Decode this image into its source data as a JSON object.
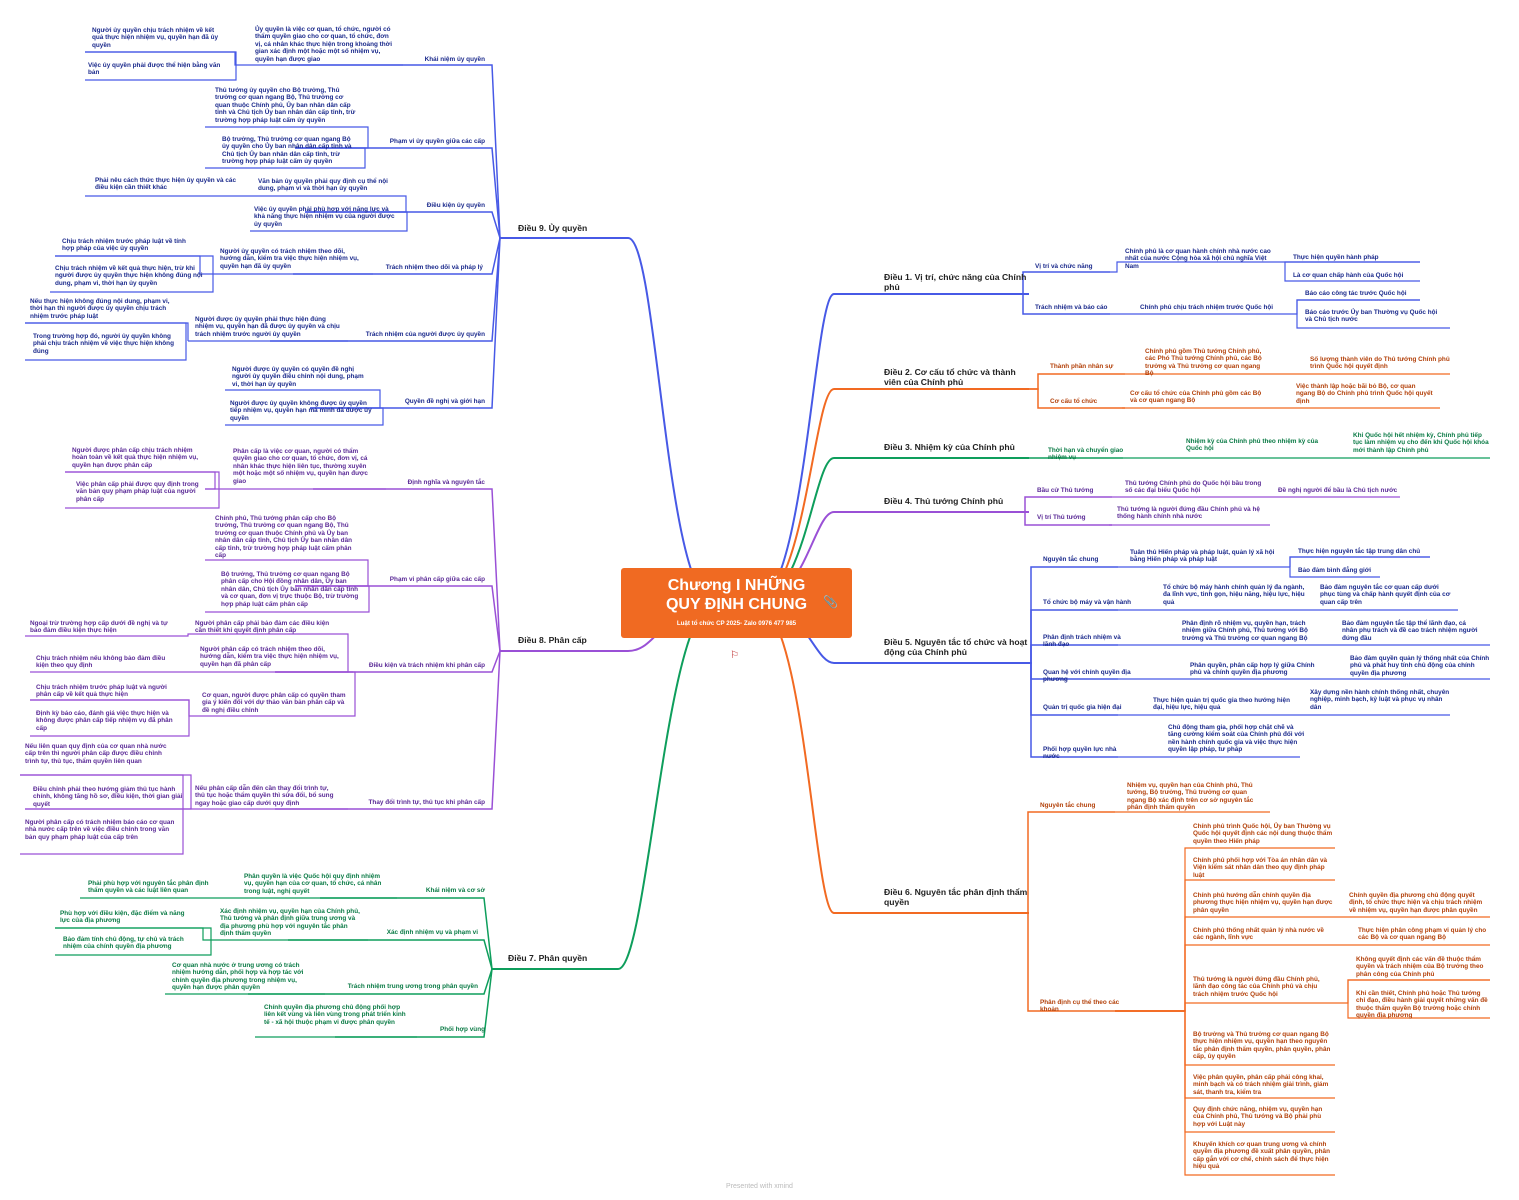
{
  "central": {
    "title_line1": "Chương I NHỮNG",
    "title_line2": "QUY ĐỊNH CHUNG",
    "subtitle": "Luật tổ chức CP 2025- Zalo 0976 477 985",
    "clip_icon": "paperclip-icon"
  },
  "footer": {
    "text": "Presented with xmind"
  },
  "colors": {
    "blue": "#4759e6",
    "orange": "#f26a22",
    "green": "#0e9e5c",
    "purple": "#9a50d6"
  },
  "right_branches": [
    {
      "name": "branch-dieu-1",
      "label": "Điều 1. Vị trí, chức năng của Chính phủ",
      "color": "blue",
      "topics": [
        {
          "label": "Vị trí và chức năng",
          "nodes": [
            "Chính phủ là cơ quan hành chính nhà nước cao nhất của nước Cộng hòa xã hội chủ nghĩa Việt Nam",
            "Thực hiện quyền hành pháp",
            "Là cơ quan chấp hành của Quốc hội"
          ]
        },
        {
          "label": "Trách nhiệm và báo cáo",
          "nodes": [
            "Chính phủ chịu trách nhiệm trước Quốc hội",
            "Báo cáo công tác trước Quốc hội",
            "Báo cáo trước Ủy ban Thường vụ Quốc hội và Chủ tịch nước"
          ]
        }
      ]
    },
    {
      "name": "branch-dieu-2",
      "label": "Điều 2. Cơ cấu tổ chức và thành viên của Chính phủ",
      "color": "orange",
      "topics": [
        {
          "label": "Thành phần nhân sự",
          "nodes": [
            "Chính phủ gồm Thủ tướng Chính phủ, các Phó Thủ tướng Chính phủ, các Bộ trưởng và Thủ trưởng cơ quan ngang Bộ",
            "Số lượng thành viên do Thủ tướng Chính phủ trình Quốc hội quyết định"
          ]
        },
        {
          "label": "Cơ cấu tổ chức",
          "nodes": [
            "Cơ cấu tổ chức của Chính phủ gồm các Bộ và cơ quan ngang Bộ",
            "Việc thành lập hoặc bãi bỏ Bộ, cơ quan ngang Bộ do Chính phủ trình Quốc hội quyết định"
          ]
        }
      ]
    },
    {
      "name": "branch-dieu-3",
      "label": "Điều 3. Nhiệm kỳ của Chính phủ",
      "color": "green",
      "topics": [
        {
          "label": "Thời hạn và chuyển giao nhiệm vụ",
          "nodes": [
            "Nhiệm kỳ của Chính phủ theo nhiệm kỳ của Quốc hội",
            "Khi Quốc hội hết nhiệm kỳ, Chính phủ tiếp tục làm nhiệm vụ cho đến khi Quốc hội khóa mới thành lập Chính phủ"
          ]
        }
      ]
    },
    {
      "name": "branch-dieu-4",
      "label": "Điều 4. Thủ tướng Chính phủ",
      "color": "purple",
      "topics": [
        {
          "label": "Bầu cử Thủ tướng",
          "nodes": [
            "Thủ tướng Chính phủ do Quốc hội bầu trong số các đại biểu Quốc hội",
            "Đề nghị người để bầu là Chủ tịch nước"
          ]
        },
        {
          "label": "Vị trí Thủ tướng",
          "nodes": [
            "Thủ tướng là người đứng đầu Chính phủ và hệ thống hành chính nhà nước"
          ]
        }
      ]
    },
    {
      "name": "branch-dieu-5",
      "label": "Điều 5. Nguyên tắc tổ chức và hoạt động của Chính phủ",
      "color": "blue",
      "topics": [
        {
          "label": "Nguyên tắc chung",
          "nodes": [
            "Tuân thủ Hiến pháp và pháp luật, quản lý xã hội bằng Hiến pháp và pháp luật",
            "Thực hiện nguyên tắc tập trung dân chủ",
            "Bảo đảm bình đẳng giới"
          ]
        },
        {
          "label": "Tổ chức bộ máy và vận hành",
          "nodes": [
            "Tổ chức bộ máy hành chính quản lý đa ngành, đa lĩnh vực, tinh gọn, hiệu năng, hiệu lực, hiệu quả",
            "Bảo đảm nguyên tắc cơ quan cấp dưới phục tùng và chấp hành quyết định của cơ quan cấp trên"
          ]
        },
        {
          "label": "Phân định trách nhiệm và lãnh đạo",
          "nodes": [
            "Phân định rõ nhiệm vụ, quyền hạn, trách nhiệm giữa Chính phủ, Thủ tướng với Bộ trưởng và Thủ trưởng cơ quan ngang Bộ",
            "Bảo đảm nguyên tắc tập thể lãnh đạo, cá nhân phụ trách và đề cao trách nhiệm người đứng đầu"
          ]
        },
        {
          "label": "Quan hệ với chính quyền địa phương",
          "nodes": [
            "Phân quyền, phân cấp hợp lý giữa Chính phủ và chính quyền địa phương",
            "Bảo đảm quyền quản lý thống nhất của Chính phủ và phát huy tính chủ động của chính quyền địa phương"
          ]
        },
        {
          "label": "Quản trị quốc gia hiện đại",
          "nodes": [
            "Thực hiện quản trị quốc gia theo hướng hiện đại, hiệu lực, hiệu quả",
            "Xây dựng nền hành chính thống nhất, chuyên nghiệp, minh bạch, kỷ luật và phục vụ nhân dân"
          ]
        },
        {
          "label": "Phối hợp quyền lực nhà nước",
          "nodes": [
            "Chủ động tham gia, phối hợp chặt chẽ và tăng cường kiểm soát của Chính phủ đối với nền hành chính quốc gia và việc thực hiện quyền lập pháp, tư pháp"
          ]
        }
      ]
    },
    {
      "name": "branch-dieu-6",
      "label": "Điều 6. Nguyên tắc phân định thẩm quyền",
      "color": "orange",
      "topics": [
        {
          "label": "Nguyên tắc chung",
          "nodes": [
            "Nhiệm vụ, quyền hạn của Chính phủ, Thủ tướng, Bộ trưởng, Thủ trưởng cơ quan ngang Bộ xác định trên cơ sở nguyên tắc phân định thẩm quyền"
          ]
        },
        {
          "label": "Phân định cụ thể theo các khoản",
          "nodes": [
            "Chính phủ trình Quốc hội, Ủy ban Thường vụ Quốc hội quyết định các nội dung thuộc thẩm quyền theo Hiến pháp",
            "Chính phủ phối hợp với Tòa án nhân dân và Viện kiểm sát nhân dân theo quy định pháp luật",
            "Chính phủ hướng dẫn chính quyền địa phương thực hiện nhiệm vụ, quyền hạn được phân quyền",
            "Chính quyền địa phương chủ động quyết định, tổ chức thực hiện và chịu trách nhiệm về nhiệm vụ, quyền hạn được phân quyền",
            "Chính phủ thống nhất quản lý nhà nước về các ngành, lĩnh vực",
            "Thực hiện phân công phạm vi quản lý cho các Bộ và cơ quan ngang Bộ",
            "Thủ tướng là người đứng đầu Chính phủ, lãnh đạo công tác của Chính phủ và chịu trách nhiệm trước Quốc hội",
            "Không quyết định các vấn đề thuộc thẩm quyền và trách nhiệm của Bộ trưởng theo phân công của Chính phủ",
            "Khi cần thiết, Chính phủ hoặc Thủ tướng chỉ đạo, điều hành giải quyết những vấn đề thuộc thẩm quyền Bộ trưởng hoặc chính quyền địa phương",
            "Bộ trưởng và Thủ trưởng cơ quan ngang Bộ thực hiện nhiệm vụ, quyền hạn theo nguyên tắc phân định thẩm quyền, phân quyền, phân cấp, ủy quyền",
            "Việc phân quyền, phân cấp phải công khai, minh bạch và có trách nhiệm giải trình, giám sát, thanh tra, kiểm tra",
            "Quy định chức năng, nhiệm vụ, quyền hạn của Chính phủ, Thủ tướng và Bộ phải phù hợp với Luật này",
            "Khuyến khích cơ quan trung ương và chính quyền địa phương đề xuất phân quyền, phân cấp gắn với cơ chế, chính sách để thực hiện hiệu quả"
          ]
        }
      ]
    }
  ],
  "left_branches": [
    {
      "name": "branch-dieu-9",
      "label": "Điều 9. Ủy quyền",
      "color": "blue",
      "topics": [
        {
          "label": "Khái niệm ủy quyền",
          "nodes": [
            "Ủy quyền là việc cơ quan, tổ chức, người có thẩm quyền giao cho cơ quan, tổ chức, đơn vị, cá nhân khác thực hiện trong khoảng thời gian xác định một hoặc một số nhiệm vụ, quyền hạn được giao",
            "Người ủy quyền chịu trách nhiệm về kết quả thực hiện nhiệm vụ, quyền hạn đã ủy quyền",
            "Việc ủy quyền phải được thể hiện bằng văn bản"
          ]
        },
        {
          "label": "Phạm vi ủy quyền giữa các cấp",
          "nodes": [
            "Thủ tướng ủy quyền cho Bộ trưởng, Thủ trưởng cơ quan ngang Bộ, Thủ trưởng cơ quan thuộc Chính phủ, Ủy ban nhân dân cấp tỉnh và Chủ tịch Ủy ban nhân dân cấp tỉnh, trừ trường hợp pháp luật cấm ủy quyền",
            "Bộ trưởng, Thủ trưởng cơ quan ngang Bộ ủy quyền cho Ủy ban nhân dân cấp tỉnh và Chủ tịch Ủy ban nhân dân cấp tỉnh, trừ trường hợp pháp luật cấm ủy quyền"
          ]
        },
        {
          "label": "Điều kiện ủy quyền",
          "nodes": [
            "Văn bản ủy quyền phải quy định cụ thể nội dung, phạm vi và thời hạn ủy quyền",
            "Phải nêu cách thức thực hiện ủy quyền và các điều kiện cần thiết khác",
            "Việc ủy quyền phải phù hợp với năng lực và khả năng thực hiện nhiệm vụ của người được ủy quyền"
          ]
        },
        {
          "label": "Trách nhiệm theo dõi và pháp lý",
          "nodes": [
            "Người ủy quyền có trách nhiệm theo dõi, hướng dẫn, kiểm tra việc thực hiện nhiệm vụ, quyền hạn đã ủy quyền",
            "Chịu trách nhiệm trước pháp luật về tính hợp pháp của việc ủy quyền",
            "Chịu trách nhiệm về kết quả thực hiện, trừ khi người được ủy quyền thực hiện không đúng nội dung, phạm vi, thời hạn ủy quyền"
          ]
        },
        {
          "label": "Trách nhiệm của người được ủy quyền",
          "nodes": [
            "Người được ủy quyền phải thực hiện đúng nhiệm vụ, quyền hạn đã được ủy quyền và chịu trách nhiệm trước người ủy quyền",
            "Nếu thực hiện không đúng nội dung, phạm vi, thời hạn thì người được ủy quyền chịu trách nhiệm trước pháp luật",
            "Trong trường hợp đó, người ủy quyền không phải chịu trách nhiệm về việc thực hiện không đúng"
          ]
        },
        {
          "label": "Quyền đề nghị và giới hạn",
          "nodes": [
            "Người được ủy quyền có quyền đề nghị người ủy quyền điều chỉnh nội dung, phạm vi, thời hạn ủy quyền",
            "Người được ủy quyền không được ủy quyền tiếp nhiệm vụ, quyền hạn mà mình đã được ủy quyền"
          ]
        }
      ]
    },
    {
      "name": "branch-dieu-8",
      "label": "Điều 8. Phân cấp",
      "color": "purple",
      "topics": [
        {
          "label": "Định nghĩa và nguyên tắc",
          "nodes": [
            "Phân cấp là việc cơ quan, người có thẩm quyền giao cho cơ quan, tổ chức, đơn vị, cá nhân khác thực hiện liên tục, thường xuyên một hoặc một số nhiệm vụ, quyền hạn được giao",
            "Người được phân cấp chịu trách nhiệm hoàn toàn về kết quả thực hiện nhiệm vụ, quyền hạn được phân cấp",
            "Việc phân cấp phải được quy định trong văn bản quy phạm pháp luật của người phân cấp"
          ]
        },
        {
          "label": "Phạm vi phân cấp giữa các cấp",
          "nodes": [
            "Chính phủ, Thủ tướng phân cấp cho Bộ trưởng, Thủ trưởng cơ quan ngang Bộ, Thủ trưởng cơ quan thuộc Chính phủ và Ủy ban nhân dân cấp tỉnh, Chủ tịch Ủy ban nhân dân cấp tỉnh, trừ trường hợp pháp luật cấm phân cấp",
            "Bộ trưởng, Thủ trưởng cơ quan ngang Bộ phân cấp cho Hội đồng nhân dân, Ủy ban nhân dân, Chủ tịch Ủy ban nhân dân cấp tỉnh và cơ quan, đơn vị trực thuộc Bộ, trừ trường hợp pháp luật cấm phân cấp"
          ]
        },
        {
          "label": "Điều kiện và trách nhiệm khi phân cấp",
          "nodes": [
            "Người phân cấp phải bảo đảm các điều kiện cần thiết khi quyết định phân cấp",
            "Ngoại trừ trường hợp cấp dưới đề nghị và tự bảo đảm điều kiện thực hiện",
            "Người phân cấp có trách nhiệm theo dõi, hướng dẫn, kiểm tra việc thực hiện nhiệm vụ, quyền hạn đã phân cấp",
            "Chịu trách nhiệm nếu không bảo đảm điều kiện theo quy định",
            "Cơ quan, người được phân cấp có quyền tham gia ý kiến đối với dự thảo văn bản phân cấp và đề nghị điều chỉnh",
            "Chịu trách nhiệm trước pháp luật và người phân cấp về kết quả thực hiện",
            "Định kỳ báo cáo, đánh giá việc thực hiện và không được phân cấp tiếp nhiệm vụ đã phân cấp"
          ]
        },
        {
          "label": "Thay đổi trình tự, thủ tục khi phân cấp",
          "nodes": [
            "Nếu phân cấp dẫn đến cần thay đổi trình tự, thủ tục hoặc thẩm quyền thì sửa đổi, bổ sung ngay hoặc giao cấp dưới quy định",
            "Nếu liên quan quy định của cơ quan nhà nước cấp trên thì người phân cấp được điều chỉnh trình tự, thủ tục, thẩm quyền liên quan",
            "Điều chỉnh phải theo hướng giảm thủ tục hành chính, không tăng hồ sơ, điều kiện, thời gian giải quyết",
            "Người phân cấp có trách nhiệm báo cáo cơ quan nhà nước cấp trên về việc điều chỉnh trong văn bản quy phạm pháp luật của cấp trên"
          ]
        }
      ]
    },
    {
      "name": "branch-dieu-7",
      "label": "Điều 7. Phân quyền",
      "color": "green",
      "topics": [
        {
          "label": "Khái niệm và cơ sở",
          "nodes": [
            "Phân quyền là việc Quốc hội quy định nhiệm vụ, quyền hạn của cơ quan, tổ chức, cá nhân trong luật, nghị quyết",
            "Phải phù hợp với nguyên tắc phân định thẩm quyền và các luật liên quan"
          ]
        },
        {
          "label": "Xác định nhiệm vụ và phạm vi",
          "nodes": [
            "Xác định nhiệm vụ, quyền hạn của Chính phủ, Thủ tướng và phân định giữa trung ương và địa phương phù hợp với nguyên tắc phân định thẩm quyền",
            "Phù hợp với điều kiện, đặc điểm và năng lực của địa phương",
            "Bảo đảm tính chủ động, tự chủ và trách nhiệm của chính quyền địa phương"
          ]
        },
        {
          "label": "Trách nhiệm trung ương trong phân quyền",
          "nodes": [
            "Cơ quan nhà nước ở trung ương có trách nhiệm hướng dẫn, phối hợp và hợp tác với chính quyền địa phương trong nhiệm vụ, quyền hạn được phân quyền"
          ]
        },
        {
          "label": "Phối hợp vùng",
          "nodes": [
            "Chính quyền địa phương chủ động phối hợp liên kết vùng và liên vùng trong phát triển kinh tế - xã hội thuộc phạm vi được phân quyền"
          ]
        }
      ]
    }
  ]
}
